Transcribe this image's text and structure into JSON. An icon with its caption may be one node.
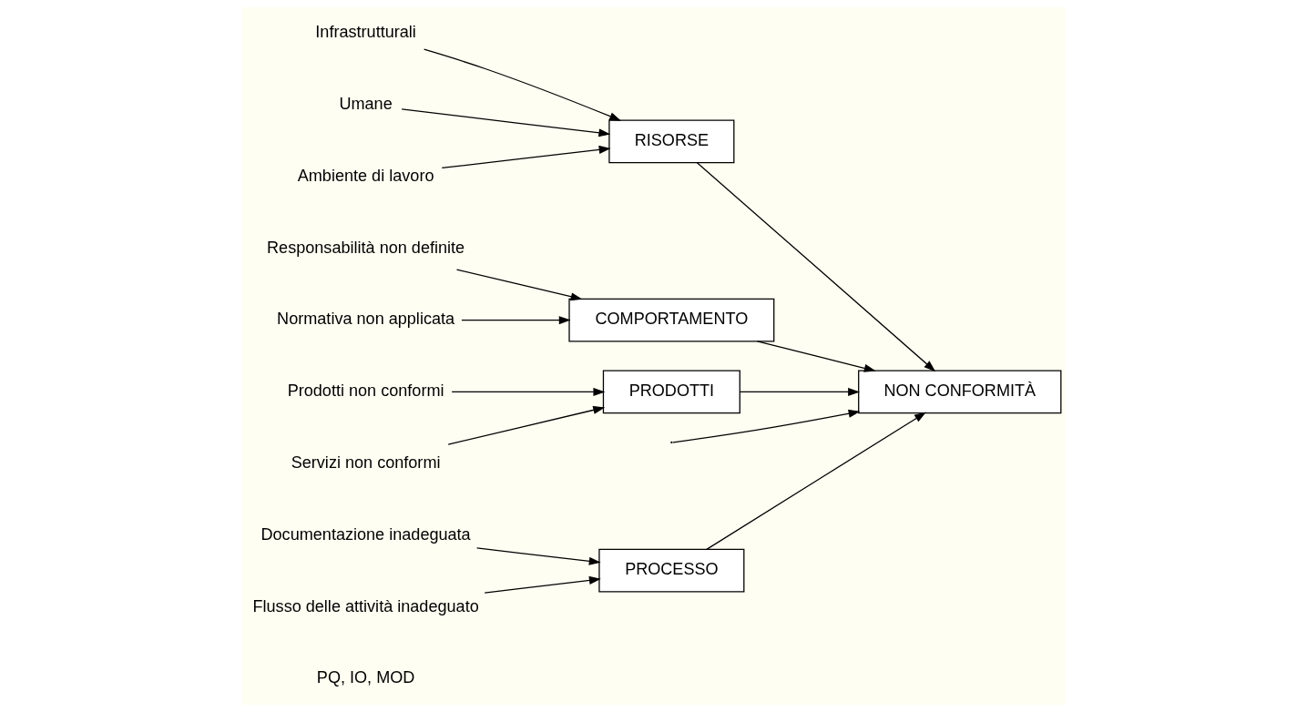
{
  "diagram": {
    "nodes": [
      {
        "text": [
          "PROCESSO"
        ]
      },
      {
        "text": [
          "Documentazione inadeguata"
        ]
      },
      {
        "text": [
          "Flusso delle attività inadeguato"
        ]
      },
      {
        "text": [
          "RISORSE"
        ]
      },
      {
        "text": [
          "Infrastrutturali"
        ]
      },
      {
        "text": [
          "Umane"
        ]
      },
      {
        "text": [
          "Ambiente di lavoro"
        ]
      },
      {
        "text": [
          "NON CONFORMITÀ"
        ]
      },
      {
        "text": [
          "Responsabilità non definite"
        ]
      },
      {
        "text": [
          "Normativa non applicata"
        ]
      },
      {
        "text": [
          "COMPORTAMENTO"
        ]
      },
      {
        "text": [
          "Prodotti non conformi"
        ]
      },
      {
        "text": [
          "Servizi non conformi"
        ]
      },
      {
        "text": [
          "PRODOTTI"
        ]
      }
    ],
    "edges": [
      {
        "from": 1,
        "to": 0,
        "arrow": "to"
      },
      {
        "from": 2,
        "to": 0,
        "arrow": "to"
      },
      {
        "from": 4,
        "to": 3,
        "arrow": "to"
      },
      {
        "from": 5,
        "to": 3,
        "arrow": "to"
      },
      {
        "from": 6,
        "to": 3,
        "arrow": "to"
      },
      {
        "from": 8,
        "to": 10,
        "arrow": "to"
      },
      {
        "from": 9,
        "to": 10,
        "arrow": "to"
      },
      {
        "from": 11,
        "to": 13,
        "arrow": "to"
      },
      {
        "from": 12,
        "to": 13,
        "arrow": "to"
      },
      {
        "from": null,
        "to": 7,
        "arrow": "to"
      },
      {
        "from": 0,
        "to": 7,
        "arrow": "to"
      },
      {
        "from": 3,
        "to": 7,
        "arrow": "to"
      },
      {
        "from": 10,
        "to": 7,
        "arrow": "to"
      },
      {
        "from": 13,
        "to": 7,
        "arrow": "to"
      }
    ],
    "labels": [
      "PQ, IO, MOD"
    ]
  }
}
